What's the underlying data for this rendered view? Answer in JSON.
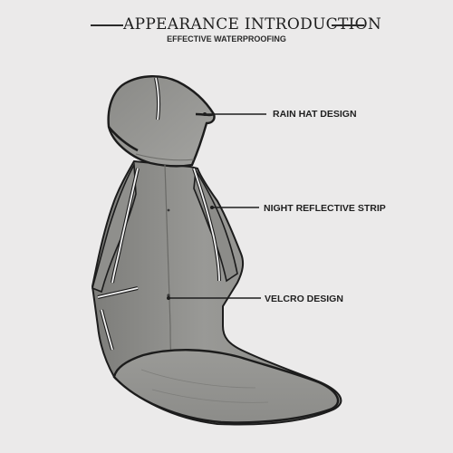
{
  "header": {
    "title": "APPEARANCE INTRODUCTION",
    "subtitle": "EFFECTIVE WATERPROOFING"
  },
  "callouts": [
    {
      "label": "RAIN HAT DESIGN"
    },
    {
      "label": "NIGHT REFLECTIVE STRIP"
    },
    {
      "label": "VELCRO DESIGN"
    }
  ],
  "colors": {
    "background": "#ebeaea",
    "fabric": "#8f8f8c",
    "trim": "#1c1c1c",
    "reflective": "#f2f2f2",
    "text": "#1e1e1e"
  },
  "icons": {
    "product": "dog-raincoat-illustration"
  }
}
